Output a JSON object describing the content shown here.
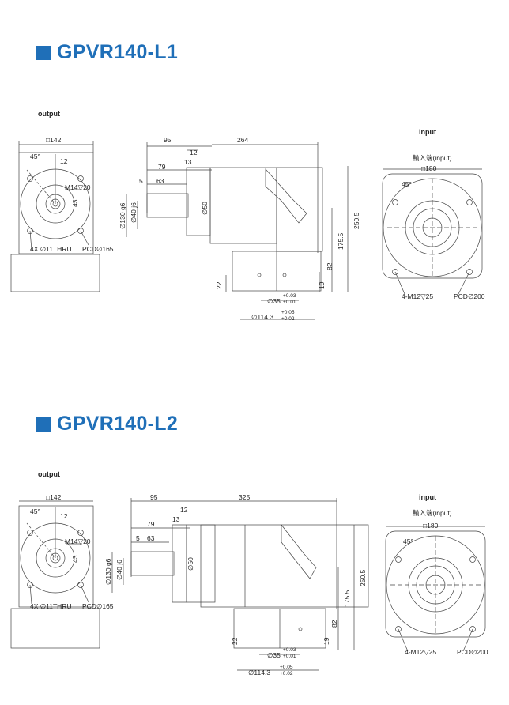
{
  "sections": [
    {
      "title": "GPVR140-L1",
      "output_label": "output",
      "input_label": "input",
      "input_sub": "輸入端(input)",
      "out_dims": {
        "square": "□142",
        "angle": "45°",
        "d12": "12",
        "m": "M14▽20",
        "d43": "43",
        "holes": "4X ∅11THRU",
        "pcd": "PCD∅165"
      },
      "side_dims": {
        "d95": "95",
        "total": "264",
        "d12": "12",
        "d13": "13",
        "d79": "79",
        "d5": "5",
        "d63": "63",
        "d130": "∅130 g6",
        "d40": "∅40 j6",
        "d50": "∅50",
        "h2505": "250.5",
        "h1755": "175.5",
        "h82": "82",
        "h22": "22",
        "h19": "19",
        "d35": "∅35",
        "d35tol_up": "+0.03",
        "d35tol_dn": "+0.01",
        "d1143": "∅114.3",
        "d1143tol_up": "+0.05",
        "d1143tol_dn": "+0.02"
      },
      "in_dims": {
        "square": "□180",
        "angle": "45°",
        "m": "4-M12▽25",
        "pcd": "PCD∅200"
      }
    },
    {
      "title": "GPVR140-L2",
      "output_label": "output",
      "input_label": "input",
      "input_sub": "輸入端(input)",
      "out_dims": {
        "square": "□142",
        "angle": "45°",
        "d12": "12",
        "m": "M14▽20",
        "d43": "43",
        "holes": "4X ∅11THRU",
        "pcd": "PCD∅165"
      },
      "side_dims": {
        "d95": "95",
        "total": "325",
        "d12": "12",
        "d13": "13",
        "d79": "79",
        "d5": "5",
        "d63": "63",
        "d130": "∅130 g6",
        "d40": "∅40 j6",
        "d50": "∅50",
        "h2505": "250.5",
        "h1755": "175.5",
        "h82": "82",
        "h22": "22",
        "h19": "19",
        "d35": "∅35",
        "d35tol_up": "+0.03",
        "d35tol_dn": "+0.01",
        "d1143": "∅114.3",
        "d1143tol_up": "+0.05",
        "d1143tol_dn": "+0.02"
      },
      "in_dims": {
        "square": "□180",
        "angle": "45°",
        "m": "4-M12▽25",
        "pcd": "PCD∅200"
      }
    }
  ]
}
